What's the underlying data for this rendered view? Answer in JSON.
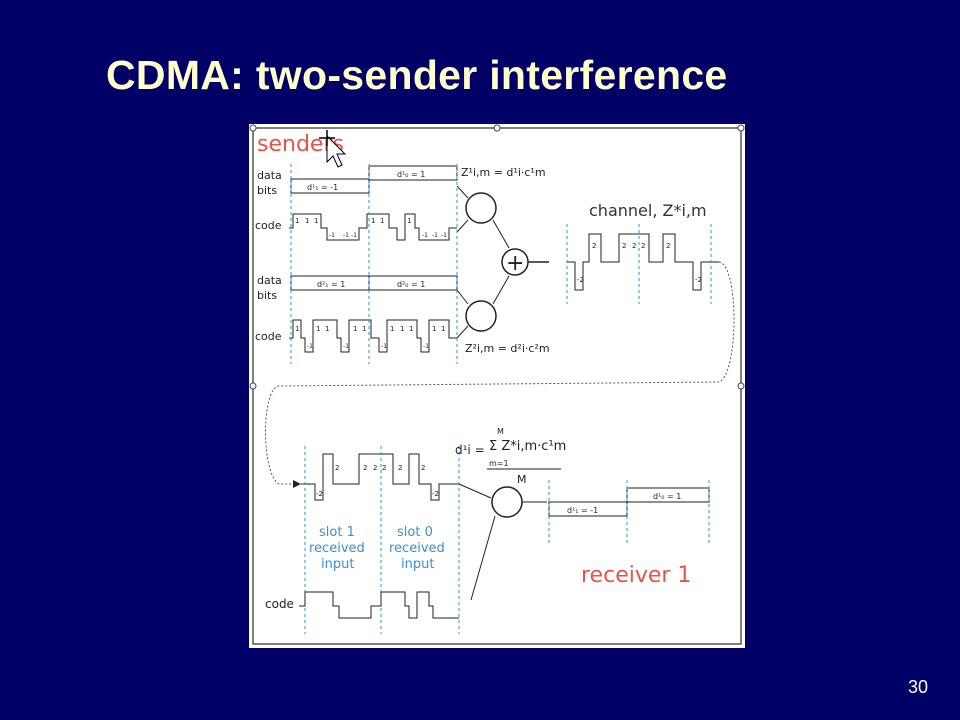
{
  "slide": {
    "title": "CDMA: two-sender interference",
    "page_number": "30"
  },
  "diagram": {
    "senders_label": "senders",
    "receiver_label": "receiver 1",
    "channel_label": "channel, Z*i,m",
    "sender1": {
      "data_label": "data",
      "bits_label": "bits",
      "code_label": "code",
      "d_slot1": "d¹₁ = -1",
      "d_slot0": "d¹₀ = 1",
      "z_eq": "Z¹i,m = d¹i·c¹m"
    },
    "sender2": {
      "data_label": "data",
      "bits_label": "bits",
      "code_label": "code",
      "d_slot1": "d²₁ = 1",
      "d_slot0": "d²₀ = 1",
      "z_eq": "Z²i,m = d²i·c²m"
    },
    "receiver": {
      "slot1": [
        "slot 1",
        "received",
        "input"
      ],
      "slot0": [
        "slot 0",
        "received",
        "input"
      ],
      "code_label": "code",
      "decode_lhs": "d¹i =",
      "decode_num": "Σ Z*i,m·c¹m",
      "decode_sum_top": "M",
      "decode_sum_bottom": "m=1",
      "decode_den": "M",
      "out_slot1": "d¹₁ = -1",
      "out_slot0": "d¹₀ = 1"
    },
    "chip_one": "1",
    "chip_neg": "-1",
    "chip_two": "2",
    "chip_neg_two": "-2",
    "colors": {
      "accent_red": "#e8524a",
      "accent_blue": "#3b8fd6",
      "line": "#222222"
    }
  }
}
